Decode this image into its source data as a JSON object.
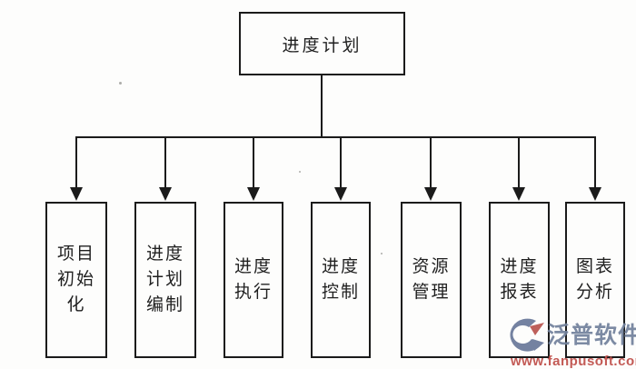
{
  "chart": {
    "root": "进度计划",
    "nodes": [
      {
        "label": "项目\n初始\n化"
      },
      {
        "label": "进度\n计划\n编制"
      },
      {
        "label": "进度\n执行"
      },
      {
        "label": "进度\n控制"
      },
      {
        "label": "资源\n管理"
      },
      {
        "label": "进度\n报表"
      },
      {
        "label": "图表\n分析"
      }
    ]
  },
  "watermark": {
    "brand": "泛普软件",
    "url": "www.fanpusoft.com",
    "brand_color": "#72819c",
    "url_color": "#c0524d"
  },
  "colors": {
    "line": "#1b1b1b",
    "background": "#fdfdfc",
    "text": "#1f1f1f"
  }
}
